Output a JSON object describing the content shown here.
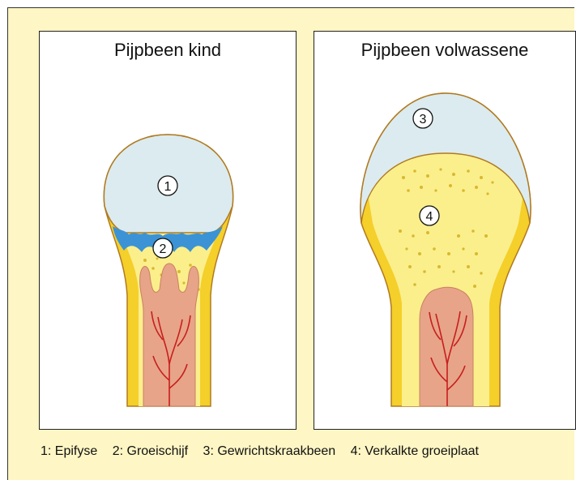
{
  "panels": {
    "child": {
      "title": "Pijpbeen kind"
    },
    "adult": {
      "title": "Pijpbeen volwassene"
    }
  },
  "markers": {
    "child": [
      "1",
      "2"
    ],
    "adult": [
      "3",
      "4"
    ]
  },
  "legend": {
    "items": [
      "1: Epifyse",
      "2: Groeischijf",
      "3: Gewrichtskraakbeen",
      "4: Verkalkte groeiplaat"
    ]
  },
  "colors": {
    "background": "#fef6c4",
    "bone_yellow": "#f7dc2e",
    "marrow_yellow": "#fbef8c",
    "cartilage": "#dcebef",
    "growth_plate": "#3b93d6",
    "marrow_red": "#e7a488",
    "vessel": "#c81e1e"
  }
}
